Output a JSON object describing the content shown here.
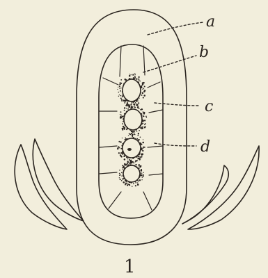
{
  "labels": {
    "a": "a",
    "b": "b",
    "c": "c",
    "d": "d"
  },
  "figure_number": "1",
  "colors": {
    "paper": "#f2eedc",
    "ink": "#2b2520"
  }
}
